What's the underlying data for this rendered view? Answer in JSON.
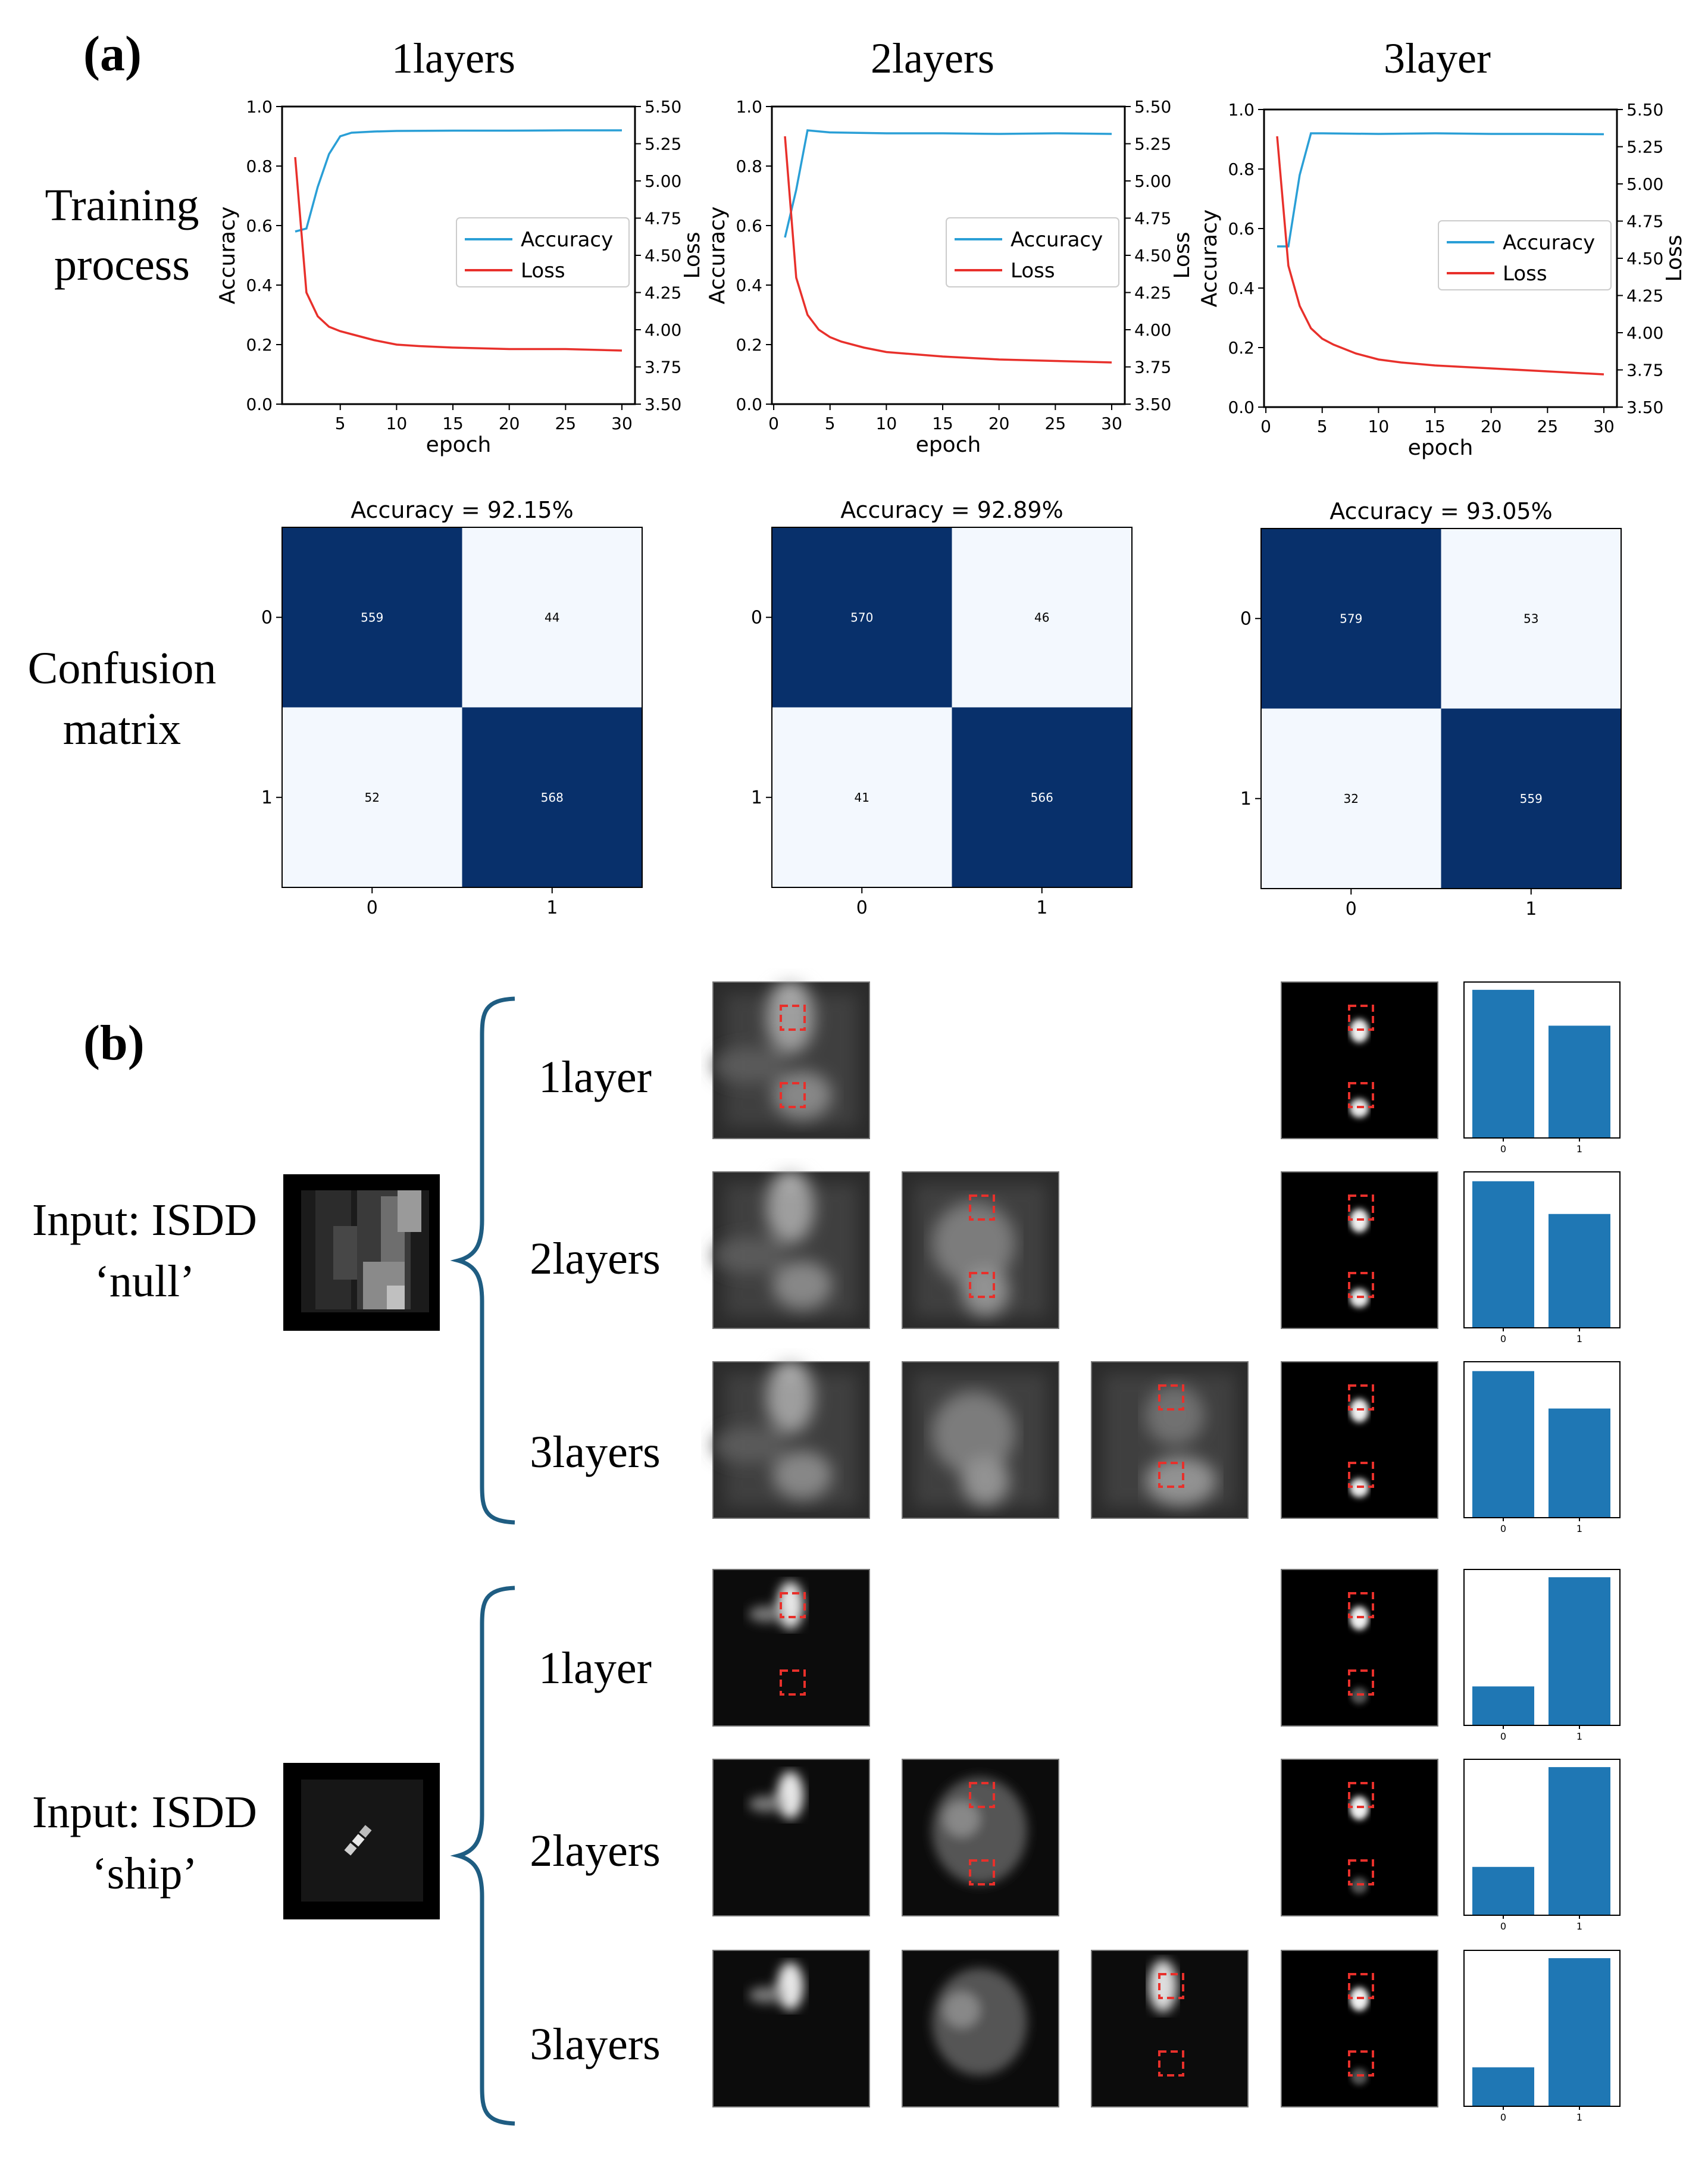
{
  "panel_a": {
    "label": "(a)",
    "titles": [
      "1layers",
      "2layers",
      "3layer"
    ],
    "row_labels": {
      "training": [
        "Training",
        "process"
      ],
      "confusion": [
        "Confusion",
        "matrix"
      ]
    }
  },
  "panel_b": {
    "label": "(b)",
    "groups": [
      {
        "input_label": [
          "Input: ISDD",
          "‘null’"
        ],
        "rows": [
          "1layer",
          "2layers",
          "3layers"
        ]
      },
      {
        "input_label": [
          "Input: ISDD",
          "‘ship’"
        ],
        "rows": [
          "1layer",
          "2layers",
          "3layers"
        ]
      }
    ],
    "bar_ticks": [
      "0",
      "1"
    ],
    "bar_values": [
      [
        [
          0.95,
          0.72
        ],
        [
          0.94,
          0.73
        ],
        [
          0.94,
          0.7
        ]
      ],
      [
        [
          0.25,
          0.95
        ],
        [
          0.31,
          0.95
        ],
        [
          0.25,
          0.95
        ]
      ]
    ]
  },
  "chart_data": [
    {
      "type": "line",
      "title": "1layers",
      "xlabel": "epoch",
      "ylabel": "Accuracy",
      "ylabel_right": "Loss",
      "xlim": [
        0,
        30
      ],
      "ylim": [
        0,
        1.0
      ],
      "ylim_right": [
        3.5,
        5.5
      ],
      "x_ticks": [
        "5",
        "10",
        "15",
        "20",
        "25",
        "30"
      ],
      "y_ticks": [
        "0.0",
        "0.2",
        "0.4",
        "0.6",
        "0.8",
        "1.0"
      ],
      "y_ticks_right": [
        "3.50",
        "3.75",
        "4.00",
        "4.25",
        "4.50",
        "4.75",
        "5.00",
        "5.25",
        "5.50"
      ],
      "legend": "center-right",
      "colors": {
        "Accuracy": "#2a9fd6",
        "Loss": "#e8302b"
      },
      "series": [
        {
          "name": "Accuracy",
          "axis": "left",
          "x": [
            1,
            2,
            3,
            4,
            5,
            6,
            8,
            10,
            15,
            20,
            25,
            30
          ],
          "values": [
            0.58,
            0.59,
            0.73,
            0.84,
            0.9,
            0.912,
            0.916,
            0.918,
            0.919,
            0.919,
            0.92,
            0.92
          ]
        },
        {
          "name": "Loss",
          "axis": "right",
          "x": [
            1,
            2,
            3,
            4,
            5,
            6,
            7,
            8,
            10,
            12,
            15,
            20,
            25,
            30
          ],
          "values": [
            5.16,
            4.25,
            4.09,
            4.02,
            3.99,
            3.97,
            3.95,
            3.93,
            3.9,
            3.89,
            3.88,
            3.87,
            3.87,
            3.86
          ]
        }
      ]
    },
    {
      "type": "line",
      "title": "2layers",
      "xlabel": "epoch",
      "ylabel": "Accuracy",
      "ylabel_right": "Loss",
      "xlim": [
        0,
        30
      ],
      "ylim": [
        0,
        1.0
      ],
      "ylim_right": [
        3.5,
        5.5
      ],
      "x_ticks": [
        "0",
        "5",
        "10",
        "15",
        "20",
        "25",
        "30"
      ],
      "y_ticks": [
        "0.0",
        "0.2",
        "0.4",
        "0.6",
        "0.8",
        "1.0"
      ],
      "y_ticks_right": [
        "3.50",
        "3.75",
        "4.00",
        "4.25",
        "4.50",
        "4.75",
        "5.00",
        "5.25",
        "5.50"
      ],
      "legend": "center-right",
      "colors": {
        "Accuracy": "#2a9fd6",
        "Loss": "#e8302b"
      },
      "series": [
        {
          "name": "Accuracy",
          "axis": "left",
          "x": [
            1,
            2,
            3,
            5,
            10,
            15,
            20,
            25,
            30
          ],
          "values": [
            0.56,
            0.72,
            0.92,
            0.913,
            0.91,
            0.91,
            0.908,
            0.91,
            0.908
          ]
        },
        {
          "name": "Loss",
          "axis": "right",
          "x": [
            1,
            2,
            3,
            4,
            5,
            6,
            8,
            10,
            15,
            20,
            25,
            30
          ],
          "values": [
            5.3,
            4.35,
            4.1,
            4.0,
            3.95,
            3.92,
            3.88,
            3.85,
            3.82,
            3.8,
            3.79,
            3.78
          ]
        }
      ]
    },
    {
      "type": "line",
      "title": "3layer",
      "xlabel": "epoch",
      "ylabel": "Accuracy",
      "ylabel_right": "Loss",
      "xlim": [
        0,
        30
      ],
      "ylim": [
        0,
        1.0
      ],
      "ylim_right": [
        3.5,
        5.5
      ],
      "x_ticks": [
        "0",
        "5",
        "10",
        "15",
        "20",
        "25",
        "30"
      ],
      "y_ticks": [
        "0.0",
        "0.2",
        "0.4",
        "0.6",
        "0.8",
        "1.0"
      ],
      "y_ticks_right": [
        "3.50",
        "3.75",
        "4.00",
        "4.25",
        "4.50",
        "4.75",
        "5.00",
        "5.25",
        "5.50"
      ],
      "legend": "center-right",
      "colors": {
        "Accuracy": "#2a9fd6",
        "Loss": "#e8302b"
      },
      "series": [
        {
          "name": "Accuracy",
          "axis": "left",
          "x": [
            1,
            2,
            3,
            4,
            5,
            10,
            15,
            20,
            25,
            30
          ],
          "values": [
            0.54,
            0.54,
            0.78,
            0.92,
            0.92,
            0.918,
            0.92,
            0.918,
            0.918,
            0.917
          ]
        },
        {
          "name": "Loss",
          "axis": "right",
          "x": [
            1,
            2,
            3,
            4,
            5,
            6,
            7,
            8,
            10,
            12,
            15,
            20,
            25,
            30
          ],
          "values": [
            5.32,
            4.45,
            4.18,
            4.03,
            3.96,
            3.92,
            3.89,
            3.86,
            3.82,
            3.8,
            3.78,
            3.76,
            3.74,
            3.72
          ]
        }
      ]
    },
    {
      "type": "heatmap",
      "title": "Accuracy = 92.15%",
      "row_ticks": [
        "0",
        "1"
      ],
      "col_ticks": [
        "0",
        "1"
      ],
      "values": [
        [
          559,
          44
        ],
        [
          52,
          568
        ]
      ],
      "colors": {
        "high": "#08306b",
        "low": "#f3f8fe"
      }
    },
    {
      "type": "heatmap",
      "title": "Accuracy = 92.89%",
      "row_ticks": [
        "0",
        "1"
      ],
      "col_ticks": [
        "0",
        "1"
      ],
      "values": [
        [
          570,
          46
        ],
        [
          41,
          566
        ]
      ],
      "colors": {
        "high": "#08306b",
        "low": "#f3f8fe"
      }
    },
    {
      "type": "heatmap",
      "title": "Accuracy = 93.05%",
      "row_ticks": [
        "0",
        "1"
      ],
      "col_ticks": [
        "0",
        "1"
      ],
      "values": [
        [
          579,
          53
        ],
        [
          32,
          559
        ]
      ],
      "colors": {
        "high": "#08306b",
        "low": "#f3f8fe"
      }
    }
  ]
}
